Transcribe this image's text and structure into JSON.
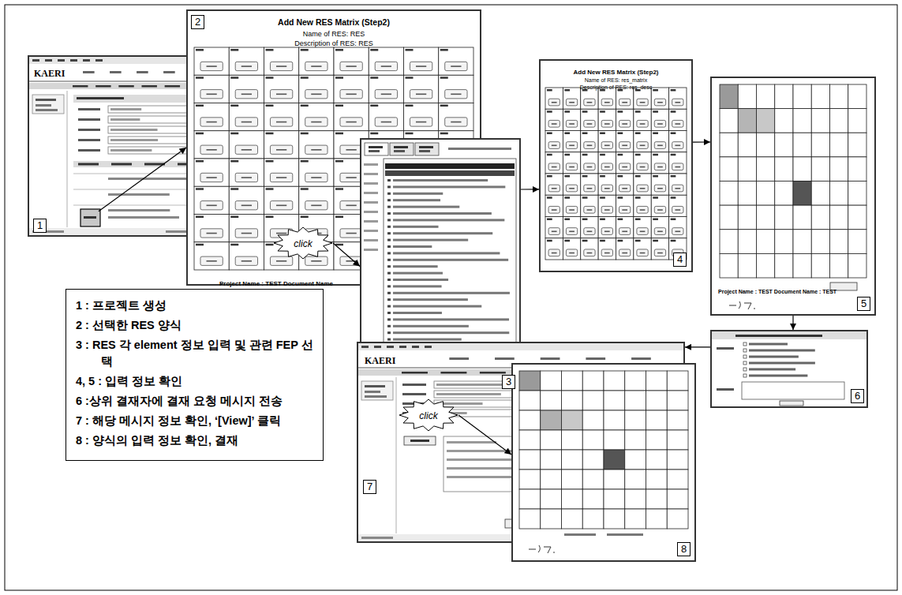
{
  "diagram": {
    "nodes": [
      {
        "text": [
          "1",
          "KAERI"
        ]
      },
      {
        "text": [
          "2",
          "Add New RES Matrix (Step2)",
          "Name of RES: RES",
          "Description of RES: RES",
          "Project Name : TEST Document Name"
        ]
      },
      {
        "text": [
          "3"
        ]
      },
      {
        "text": [
          "4",
          "Add New RES Matrix (Step2)",
          "Name of RES: res_matrix",
          "Description of RES: res_desc"
        ]
      },
      {
        "text": [
          "5",
          "Project Name : TEST Document Name : TEST"
        ]
      },
      {
        "text": [
          "6"
        ]
      },
      {
        "text": [
          "7",
          "KAERI"
        ]
      },
      {
        "text": [
          "8"
        ]
      },
      {
        "text": [
          "1 : 프로젝트 생성",
          "2 : 선택한 RES 양식",
          "3 : RES 각 element 정보 입력 및 관련 FEP 선택",
          "4, 5 : 입력 정보 확인",
          "6 :상위 결재자에 결재 요청 메시지 전송",
          "7 : 해당 메시지 정보 확인, ‘[View]’ 클릭",
          "8 : 양식의 입력 정보 확인, 결재"
        ]
      },
      {
        "text": [
          "click"
        ],
        "in": 1
      },
      {
        "text": [
          "click"
        ],
        "in": 6
      }
    ],
    "edges": [
      {
        "from": 0,
        "to": 1,
        "arrow": "to"
      },
      {
        "from": 9,
        "to": 2,
        "arrow": "to"
      },
      {
        "from": 2,
        "to": 3,
        "arrow": "to"
      },
      {
        "from": 3,
        "to": 4,
        "arrow": "to"
      },
      {
        "from": 4,
        "to": 5,
        "arrow": "to"
      },
      {
        "from": 5,
        "to": 6,
        "arrow": "to"
      },
      {
        "from": 10,
        "to": 7,
        "arrow": "to"
      }
    ]
  }
}
